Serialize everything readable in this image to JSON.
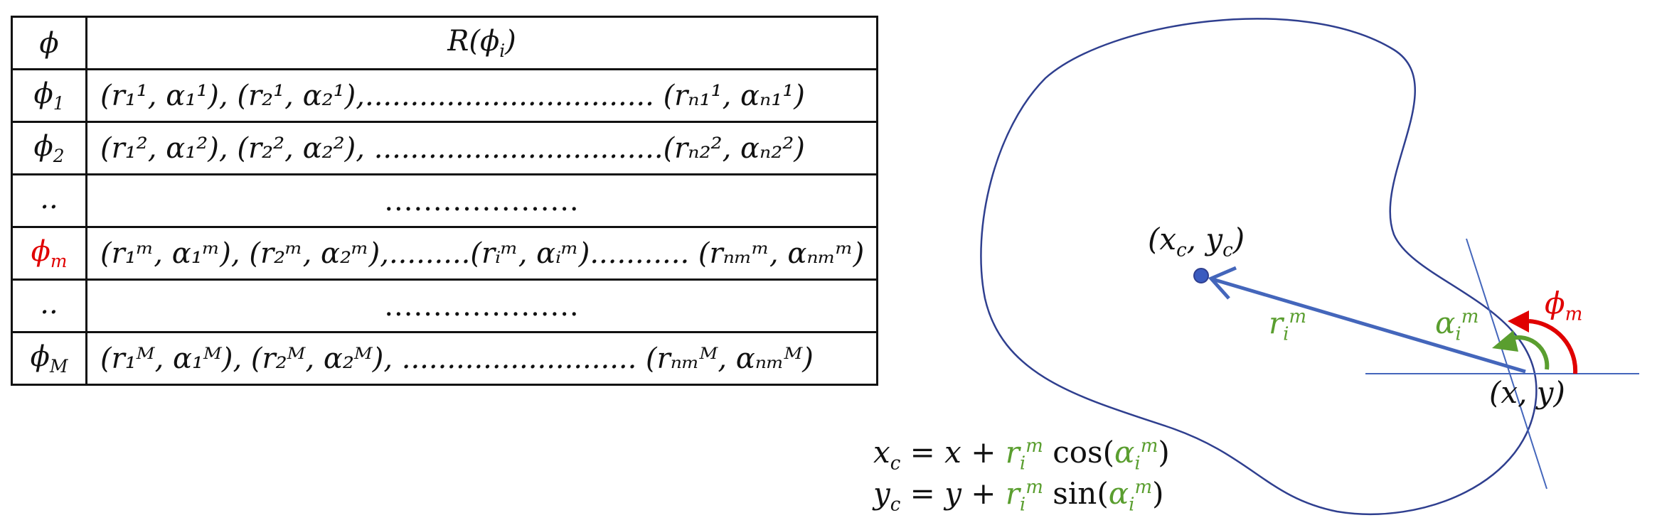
{
  "table": {
    "header": {
      "phi": "ϕ",
      "r_func": "R(ϕ",
      "r_func_sub": "i",
      "r_func_close": ")"
    },
    "rows": [
      {
        "phi": "ϕ",
        "phi_sub": "1",
        "phi_color": "black",
        "content": "(r₁¹, α₁¹), (r₂¹, α₂¹),................................ (rₙ₁¹, αₙ₁¹)"
      },
      {
        "phi": "ϕ",
        "phi_sub": "2",
        "phi_color": "black",
        "content": "(r₁², α₁²), (r₂², α₂²), ................................(rₙ₂², αₙ₂²)"
      },
      {
        "phi": "..",
        "phi_sub": "",
        "phi_color": "black",
        "content": "...................."
      },
      {
        "phi": "ϕ",
        "phi_sub": "m",
        "phi_color": "red",
        "content": "(r₁ᵐ, α₁ᵐ), (r₂ᵐ, α₂ᵐ),.........(rᵢᵐ, αᵢᵐ)........... (rₙₘᵐ, αₙₘᵐ)"
      },
      {
        "phi": "..",
        "phi_sub": "",
        "phi_color": "black",
        "content": "...................."
      },
      {
        "phi": "ϕ",
        "phi_sub": "M",
        "phi_color": "black",
        "content": "(r₁ᴹ, α₁ᴹ), (r₂ᴹ, α₂ᴹ), .......................... (rₙₘᴹ, αₙₘᴹ)"
      }
    ]
  },
  "diagram": {
    "center_label": "(x",
    "center_label_sub_c": "c",
    "center_label_y": ", y",
    "center_label_close": ")",
    "point_label": "(x, y)",
    "r_label": "r",
    "r_sub": "i",
    "r_sup": "m",
    "alpha_label": "α",
    "alpha_sub": "i",
    "alpha_sup": "m",
    "phi_label": "ϕ",
    "phi_sub": "m",
    "colors": {
      "boundary": "#2f3f8f",
      "vector": "#4466bb",
      "point": "#3a5bbf",
      "alpha_arc": "#5a9e2f",
      "phi_arc": "#e00000",
      "lines": "#4466bb"
    }
  },
  "equations": {
    "eq1": {
      "lhs": "x",
      "lhs_sub": "c",
      "rhs_start": " = x + ",
      "fn": "cos",
      "r": "r",
      "r_sub": "i",
      "r_sup": "m",
      "alpha": "α",
      "alpha_sub": "i",
      "alpha_sup": "m"
    },
    "eq2": {
      "lhs": "y",
      "lhs_sub": "c",
      "rhs_start": " = y + ",
      "fn": "sin",
      "r": "r",
      "r_sub": "i",
      "r_sup": "m",
      "alpha": "α",
      "alpha_sub": "i",
      "alpha_sup": "m"
    }
  }
}
